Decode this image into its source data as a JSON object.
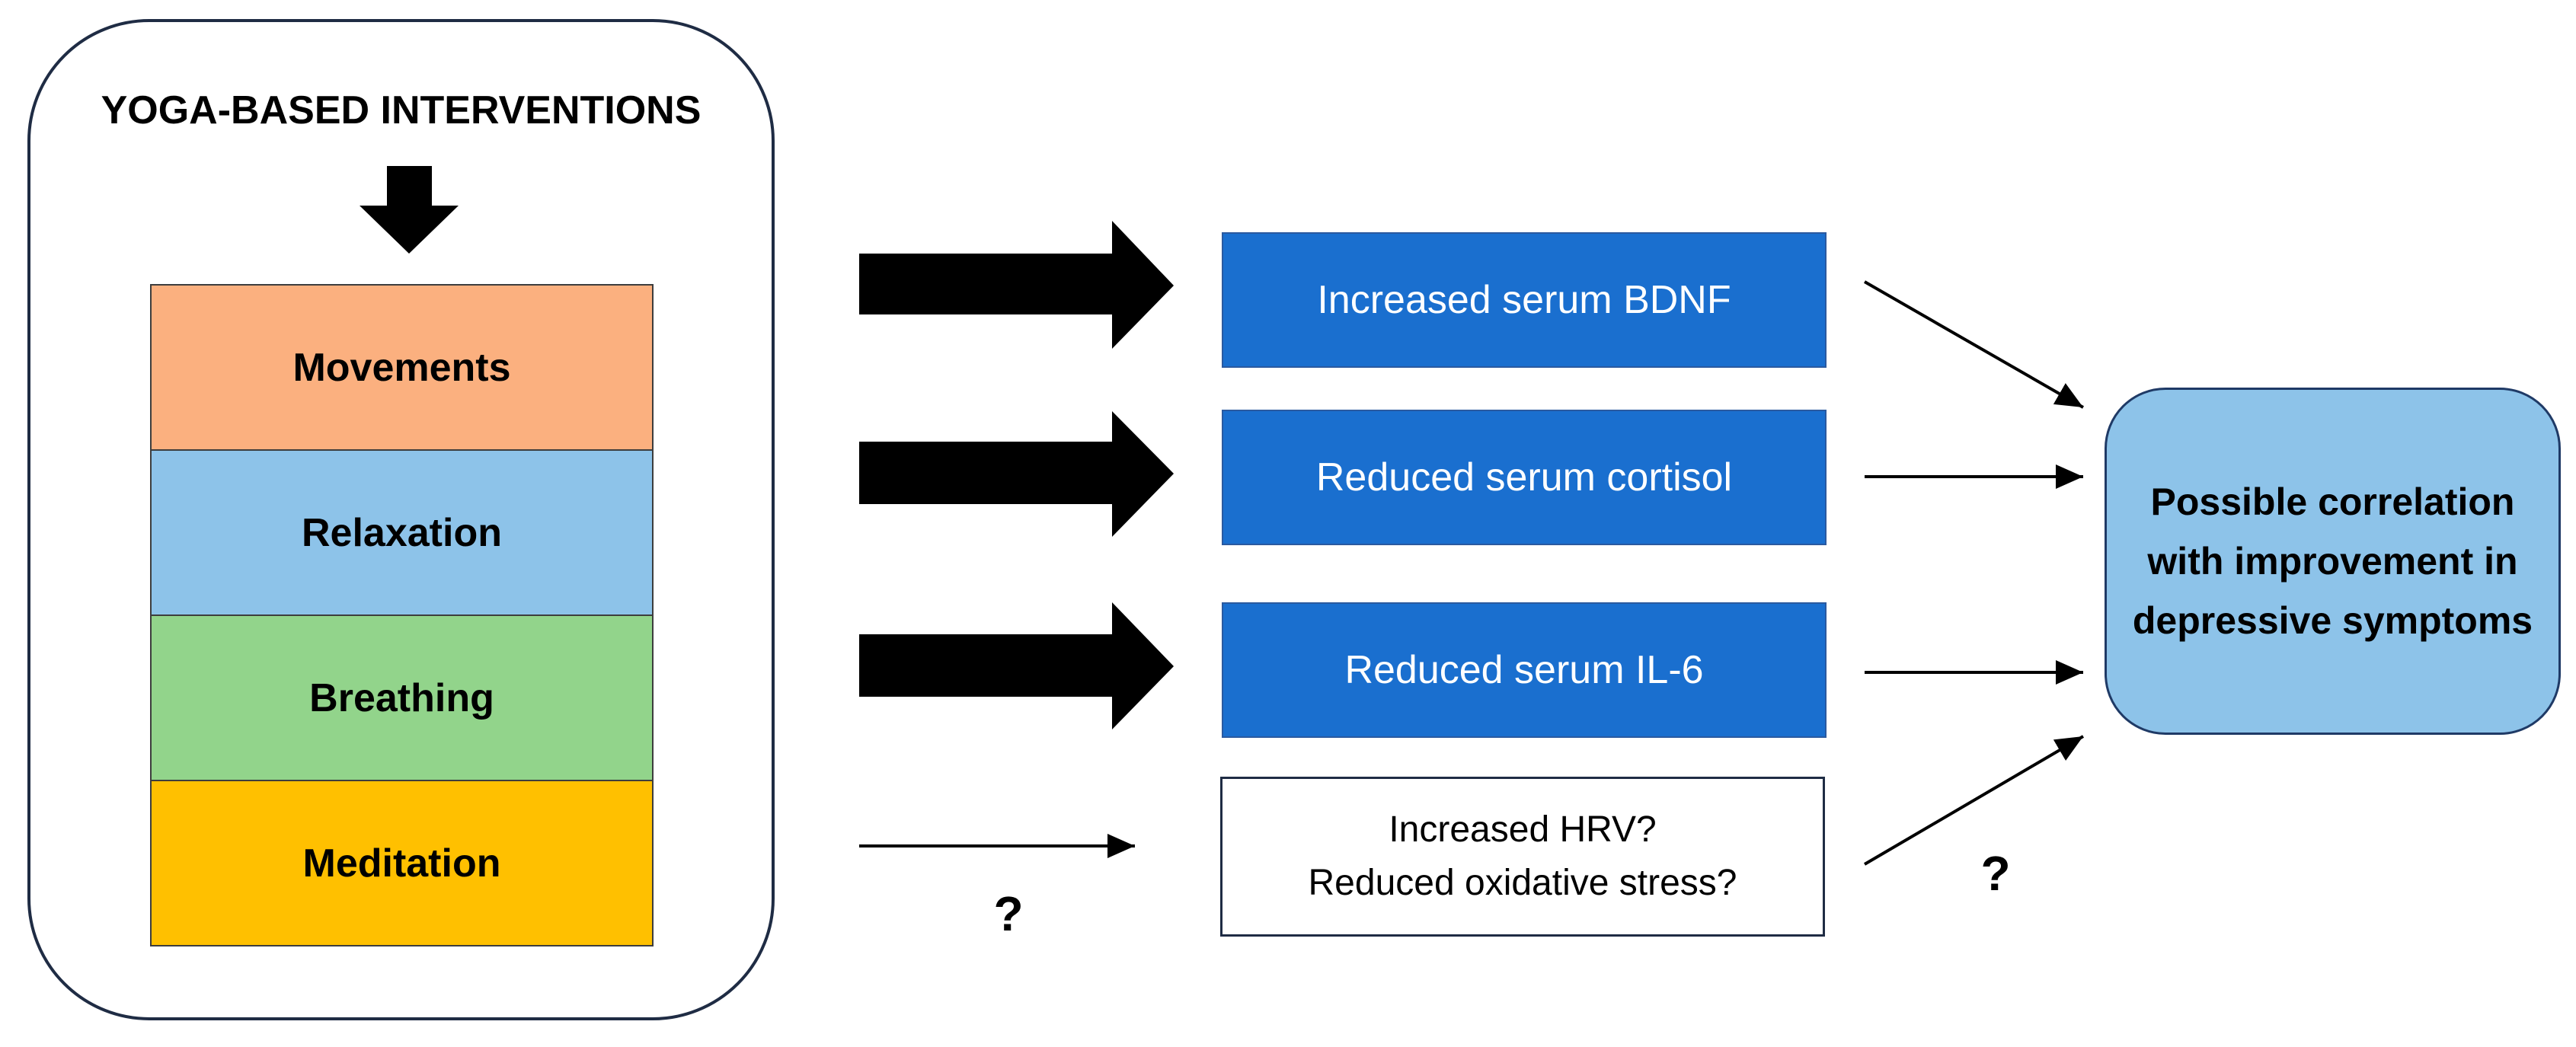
{
  "title": "YOGA-BASED INTERVENTIONS",
  "components": [
    {
      "label": "Movements",
      "color": "#FBB07F"
    },
    {
      "label": "Relaxation",
      "color": "#8DC3E9"
    },
    {
      "label": "Breathing",
      "color": "#92D48B"
    },
    {
      "label": "Meditation",
      "color": "#FFC000"
    }
  ],
  "outcomes": [
    {
      "label": "Increased serum BDNF"
    },
    {
      "label": "Reduced serum cortisol"
    },
    {
      "label": "Reduced serum IL-6"
    }
  ],
  "uncertain_outcome": {
    "line1": "Increased HRV?",
    "line2": "Reduced oxidative stress?"
  },
  "question_mark": "?",
  "result": "Possible correlation with improvement in depressive symptoms",
  "colors": {
    "outcome_fill": "#1A6FCF",
    "result_fill": "#8DC3E9",
    "arrow": "#000000"
  }
}
